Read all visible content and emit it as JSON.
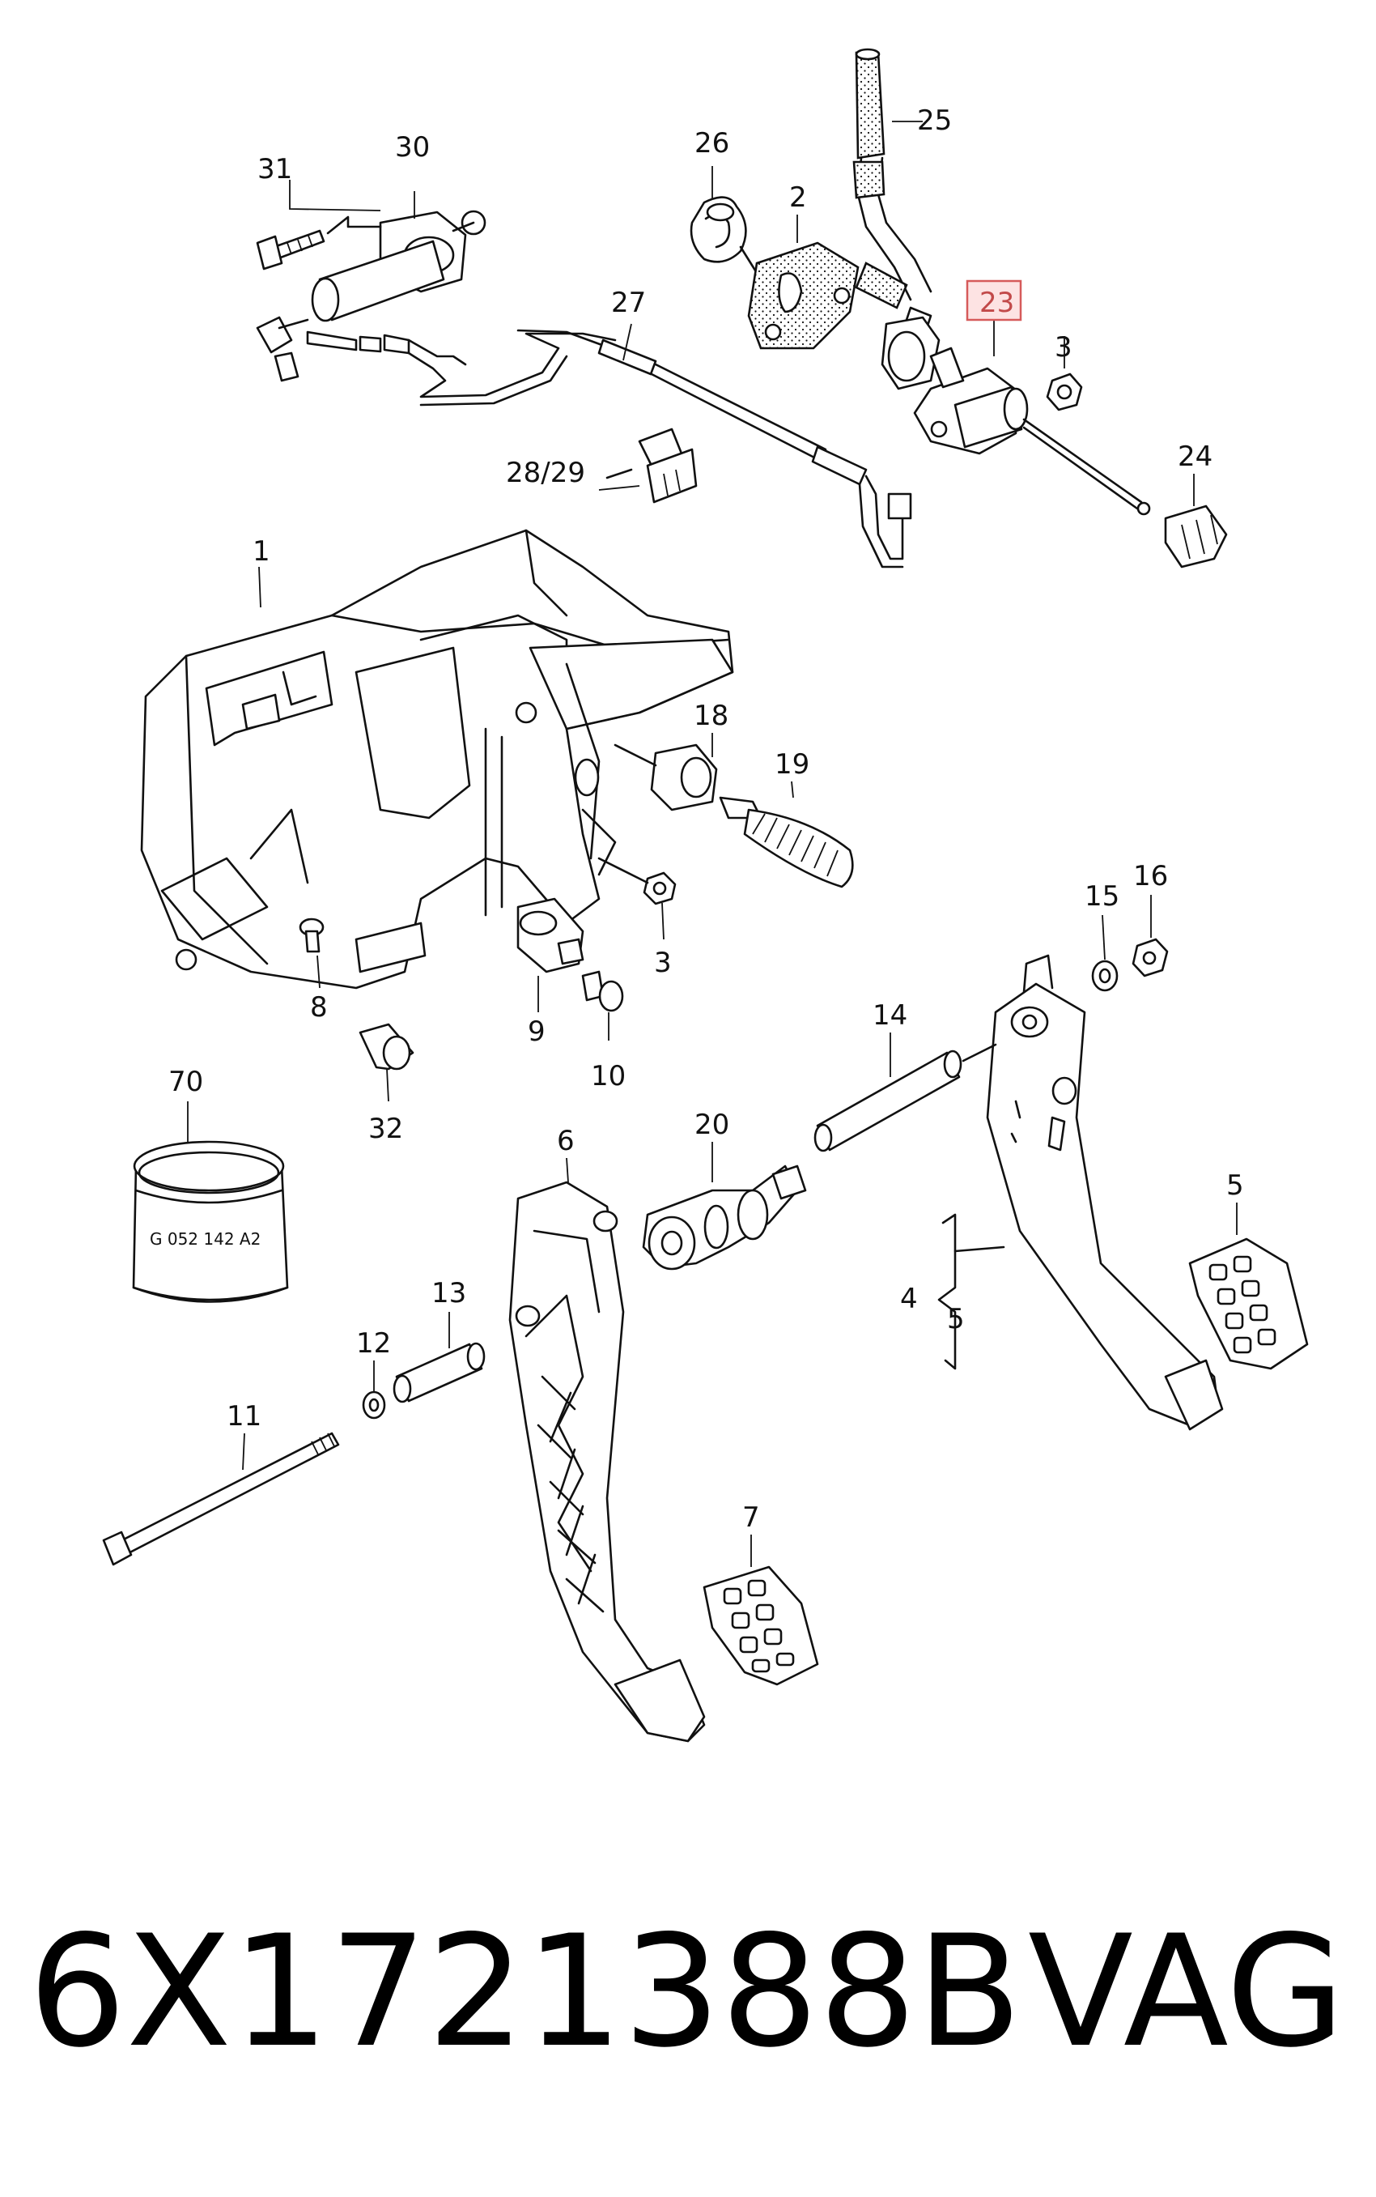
{
  "diagram": {
    "callouts": [
      {
        "id": "c1",
        "text": "1"
      },
      {
        "id": "c2",
        "text": "2"
      },
      {
        "id": "c3a",
        "text": "3"
      },
      {
        "id": "c3b",
        "text": "3"
      },
      {
        "id": "c4",
        "text": "4"
      },
      {
        "id": "c5a",
        "text": "5"
      },
      {
        "id": "c5b",
        "text": "5"
      },
      {
        "id": "c6",
        "text": "6"
      },
      {
        "id": "c7",
        "text": "7"
      },
      {
        "id": "c8",
        "text": "8"
      },
      {
        "id": "c9",
        "text": "9"
      },
      {
        "id": "c10",
        "text": "10"
      },
      {
        "id": "c11",
        "text": "11"
      },
      {
        "id": "c12",
        "text": "12"
      },
      {
        "id": "c13",
        "text": "13"
      },
      {
        "id": "c14",
        "text": "14"
      },
      {
        "id": "c15",
        "text": "15"
      },
      {
        "id": "c16",
        "text": "16"
      },
      {
        "id": "c18",
        "text": "18"
      },
      {
        "id": "c19",
        "text": "19"
      },
      {
        "id": "c20",
        "text": "20"
      },
      {
        "id": "c23",
        "text": "23",
        "highlighted": true
      },
      {
        "id": "c24",
        "text": "24"
      },
      {
        "id": "c25",
        "text": "25"
      },
      {
        "id": "c26",
        "text": "26"
      },
      {
        "id": "c27",
        "text": "27"
      },
      {
        "id": "c2829",
        "text": "28/29"
      },
      {
        "id": "c30",
        "text": "30"
      },
      {
        "id": "c31",
        "text": "31"
      },
      {
        "id": "c32",
        "text": "32"
      },
      {
        "id": "c70",
        "text": "70"
      }
    ],
    "can_label": "G 052 142 A2",
    "highlight_color": "#d65a5a"
  },
  "footer": {
    "part_number": "6X1721388B",
    "brand": "VAG"
  }
}
